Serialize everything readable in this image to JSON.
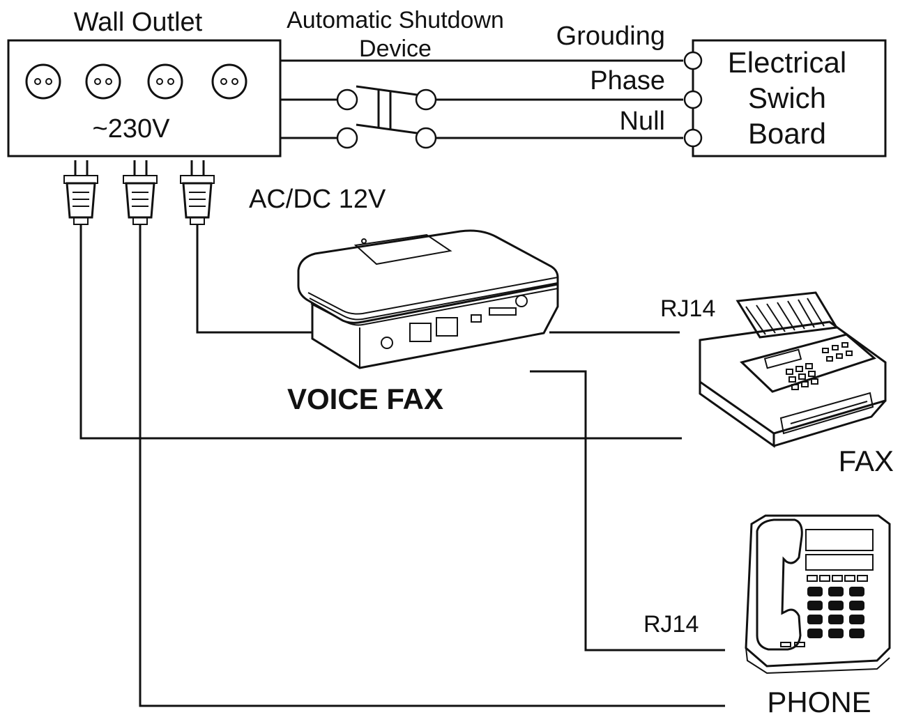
{
  "wall_outlet": {
    "title": "Wall Outlet",
    "voltage": "~230V",
    "socket_count": 4
  },
  "shutdown_device": {
    "line1": "Automatic Shutdown",
    "line2": "Device"
  },
  "wires": {
    "grounding": "Grouding",
    "phase": "Phase",
    "null": "Null"
  },
  "switch_board": {
    "line1": "Electrical",
    "line2": "Swich",
    "line3": "Board"
  },
  "adapter_label": "AC/DC 12V",
  "device": {
    "name": "VOICE FAX"
  },
  "fax": {
    "port": "RJ14",
    "name": "FAX"
  },
  "phone": {
    "port": "RJ14",
    "name": "PHONE"
  },
  "colors": {
    "ink": "#111111",
    "background": "#ffffff"
  }
}
